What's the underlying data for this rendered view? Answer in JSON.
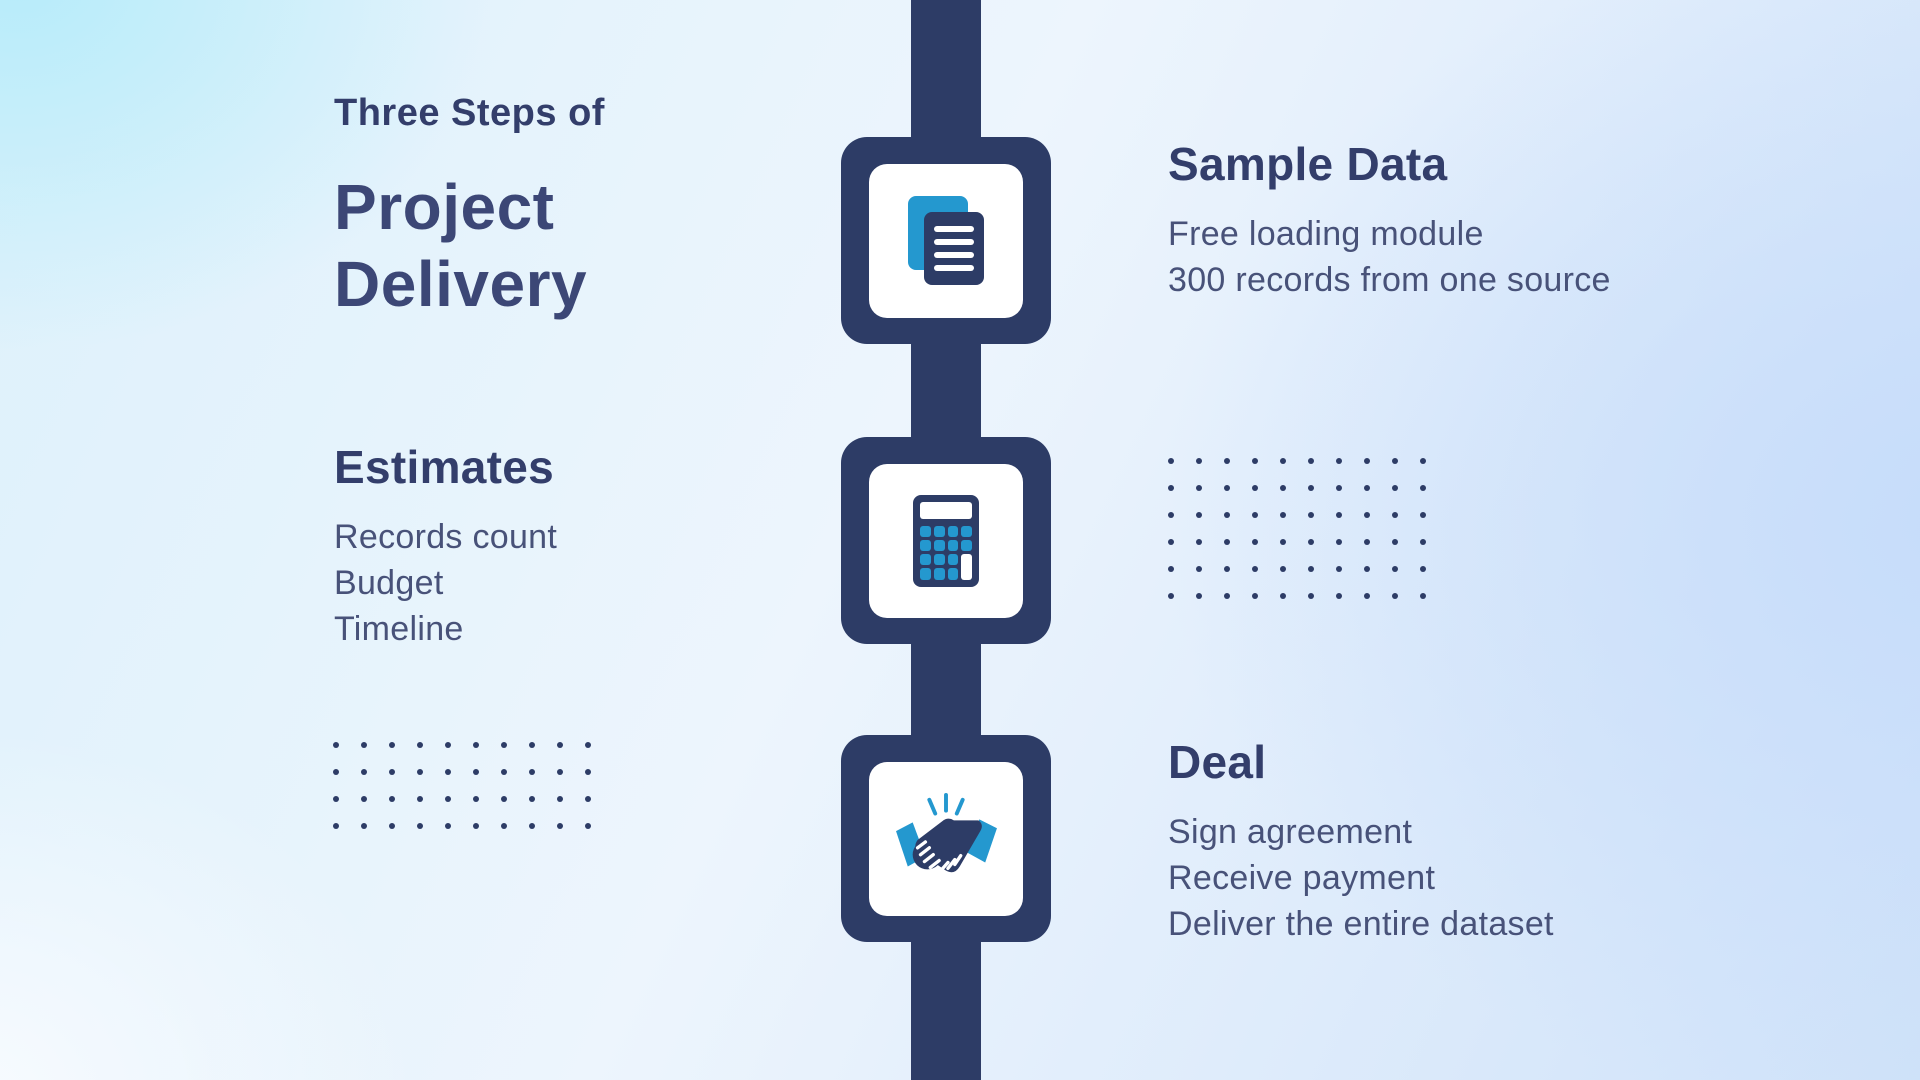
{
  "colors": {
    "navy": "#2d3c66",
    "cyan": "#2498cf",
    "heading": "#333e6b",
    "title": "#3c4776",
    "body": "#485279"
  },
  "title": {
    "eyebrow": "Three Steps of",
    "main": "Project Delivery"
  },
  "steps": [
    {
      "heading": "Sample Data",
      "lines": [
        "Free loading module",
        "300 records from one source"
      ],
      "icon": "documents-icon"
    },
    {
      "heading": "Estimates",
      "lines": [
        "Records count",
        "Budget",
        "Timeline"
      ],
      "icon": "calculator-icon"
    },
    {
      "heading": "Deal",
      "lines": [
        "Sign agreement",
        "Receive payment",
        "Deliver the entire dataset"
      ],
      "icon": "handshake-icon"
    }
  ],
  "decor": {
    "left_dots": {
      "rows": 4,
      "cols": 10
    },
    "right_dots": {
      "rows": 6,
      "cols": 10
    }
  }
}
